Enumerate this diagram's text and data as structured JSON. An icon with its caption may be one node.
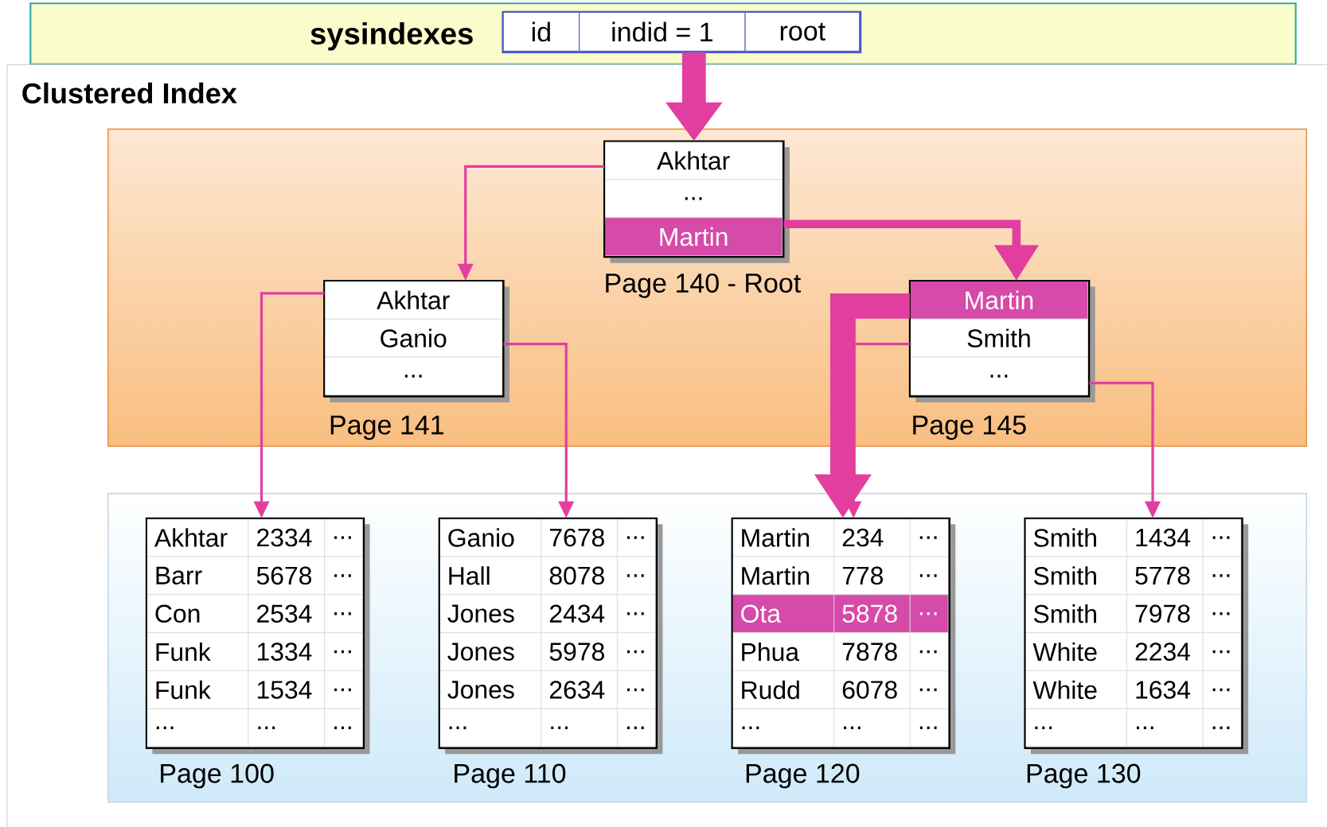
{
  "diagram": {
    "nodes": [
      {
        "text": [
          "sysindexes"
        ]
      },
      {
        "text": [
          "id",
          "indid = 1",
          "root"
        ],
        "in": 0
      },
      {
        "text": [
          "Clustered Index"
        ]
      },
      {
        "text": [],
        "shape": "box",
        "in": 2
      },
      {
        "text": [
          "Akhtar",
          "...",
          "Martin"
        ],
        "beside": [
          "Page 140 - Root"
        ],
        "in": 3
      },
      {
        "text": [
          "Akhtar",
          "Ganio",
          "..."
        ],
        "beside": [
          "Page 141"
        ],
        "in": 3
      },
      {
        "text": [
          "Martin",
          "Smith",
          "..."
        ],
        "beside": [
          "Page 145"
        ],
        "in": 3
      },
      {
        "text": [],
        "shape": "box",
        "in": 2
      },
      {
        "text": [
          "Akhtar",
          "2334",
          "...",
          "Barr",
          "5678",
          "...",
          "Con",
          "2534",
          "...",
          "Funk",
          "1334",
          "...",
          "Funk",
          "1534",
          "...",
          "...",
          "...",
          "..."
        ],
        "beside": [
          "Page 100"
        ],
        "in": 7
      },
      {
        "text": [
          "Ganio",
          "7678",
          "...",
          "Hall",
          "8078",
          "...",
          "Jones",
          "2434",
          "...",
          "Jones",
          "5978",
          "...",
          "Jones",
          "2634",
          "...",
          "...",
          "...",
          "..."
        ],
        "beside": [
          "Page 110"
        ],
        "in": 7
      },
      {
        "text": [
          "Martin",
          "234",
          "...",
          "Martin",
          "778",
          "...",
          "Ota",
          "5878",
          "...",
          "Phua",
          "7878",
          "...",
          "Rudd",
          "6078",
          "...",
          "...",
          "...",
          "..."
        ],
        "beside": [
          "Page 120"
        ],
        "in": 7
      },
      {
        "text": [
          "Smith",
          "1434",
          "...",
          "Smith",
          "5778",
          "...",
          "Smith",
          "7978",
          "...",
          "White",
          "2234",
          "...",
          "White",
          "1634",
          "...",
          "...",
          "...",
          "..."
        ],
        "beside": [
          "Page 130"
        ],
        "in": 7
      }
    ],
    "edges": [
      {
        "from": 1,
        "to": 4,
        "arrow": "to",
        "style": "thick"
      },
      {
        "from": 4,
        "to": 5,
        "arrow": "to"
      },
      {
        "from": 4,
        "to": 6,
        "arrow": "to",
        "style": "thick"
      },
      {
        "from": 5,
        "to": 8,
        "arrow": "to"
      },
      {
        "from": 5,
        "to": 9,
        "arrow": "to"
      },
      {
        "from": 6,
        "to": 10,
        "arrow": "to"
      },
      {
        "from": 6,
        "to": 10,
        "arrow": "to",
        "style": "thick"
      },
      {
        "from": 6,
        "to": 11,
        "arrow": "to"
      }
    ]
  }
}
